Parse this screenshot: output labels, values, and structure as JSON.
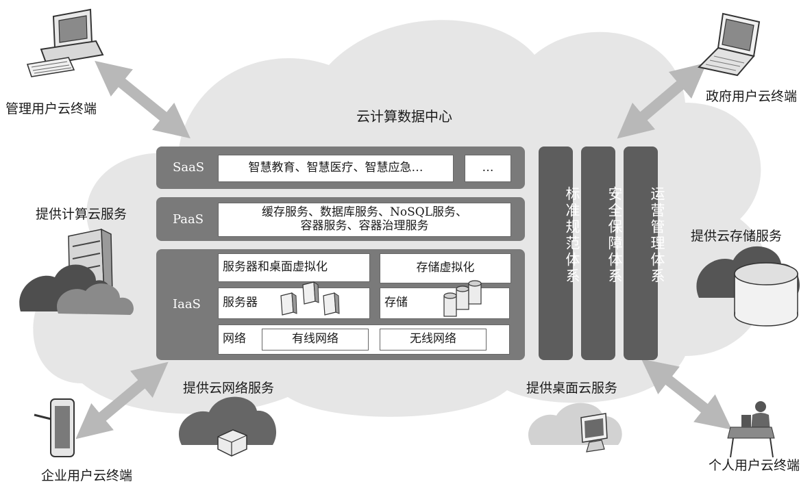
{
  "center_title": "云计算数据中心",
  "terminals": {
    "admin": "管理用户云终端",
    "gov": "政府用户云终端",
    "enterprise": "企业用户云终端",
    "personal": "个人用户云终端"
  },
  "services": {
    "compute": "提供计算云服务",
    "storage": "提供云存储服务",
    "network": "提供云网络服务",
    "desktop": "提供桌面云服务"
  },
  "saas": {
    "name": "SaaS",
    "items": "智慧教育、智慧医疗、智慧应急…",
    "more": "…"
  },
  "paas": {
    "name": "PaaS",
    "line1": "缓存服务、数据库服务、NoSQL服务、",
    "line2": "容器服务、容器治理服务"
  },
  "iaas": {
    "name": "IaaS",
    "virt_server": "服务器和桌面虚拟化",
    "virt_storage": "存储虚拟化",
    "server": "服务器",
    "storage": "存储",
    "network": "网络",
    "wired": "有线网络",
    "wireless": "无线网络"
  },
  "pillars": [
    "标准规范体系",
    "安全保障体系",
    "运营管理体系"
  ],
  "colors": {
    "cloud": "#e6e6e6",
    "layer": "#7a7a7a",
    "pillar": "#5d5d5d",
    "arrow": "#b8b8b8"
  }
}
